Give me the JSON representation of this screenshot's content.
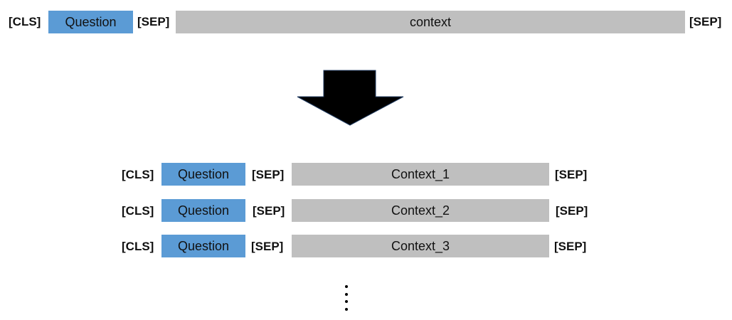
{
  "top_row": {
    "cls": "[CLS]",
    "question": "Question",
    "sep1": "[SEP]",
    "context": "context",
    "sep2": "[SEP]"
  },
  "rows": [
    {
      "cls": "[CLS]",
      "question": "Question",
      "sep1": "[SEP]",
      "context": "Context_1",
      "sep2": "[SEP]"
    },
    {
      "cls": "[CLS]",
      "question": "Question",
      "sep1": "[SEP]",
      "context": "Context_2",
      "sep2": "[SEP]"
    },
    {
      "cls": "[CLS]",
      "question": "Question",
      "sep1": "[SEP]",
      "context": "Context_3",
      "sep2": "[SEP]"
    }
  ],
  "colors": {
    "question_box": "#5b9bd5",
    "context_box": "#bfbfbf",
    "arrow": "#000000"
  }
}
